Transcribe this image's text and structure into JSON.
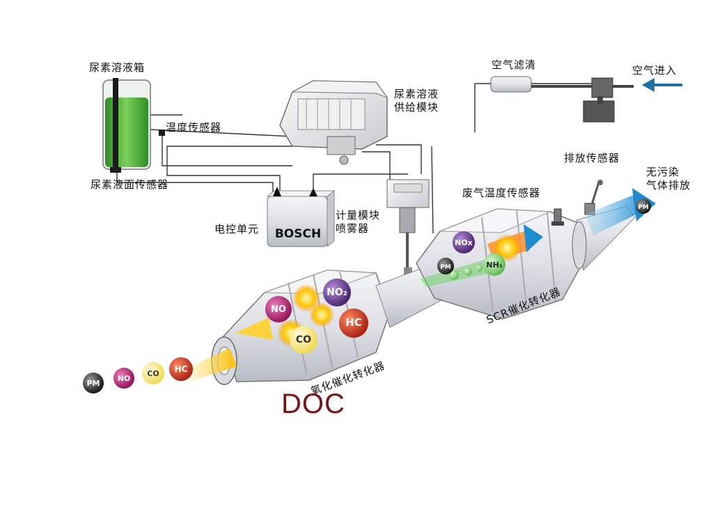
{
  "labels": {
    "urea_tank": "尿素溶液箱",
    "temp_sensor": "温度传感器",
    "level_sensor": "尿素液面传感器",
    "supply_module": "尿素溶液\n供给模块",
    "air_filter": "空气滤清",
    "air_in": "空气进入",
    "ecu": "电控单元",
    "ecu_brand": "BOSCH",
    "dosing_module": "计量模块\n喷雾器",
    "exhaust_temp": "废气温度传感器",
    "emission_sensor": "排放传感器",
    "clean_out": "无污染\n气体排放",
    "scr": "SCR催化转化器",
    "oxidation_cat": "氧化催化转化器",
    "doc": "DOC"
  },
  "particles": {
    "pm": "PM",
    "no": "NO",
    "co": "CO",
    "hc": "HC",
    "no2": "NO₂",
    "nox": "NOx",
    "nh3": "NH₃"
  },
  "colors": {
    "pm": "#222222",
    "no": "#b0186e",
    "co": "#f4e86a",
    "hc": "#c0281e",
    "no2": "#5c2a86",
    "urea": "#46a838",
    "arrow_blue": "#1f8bd0",
    "doc_text": "#7a1418"
  }
}
